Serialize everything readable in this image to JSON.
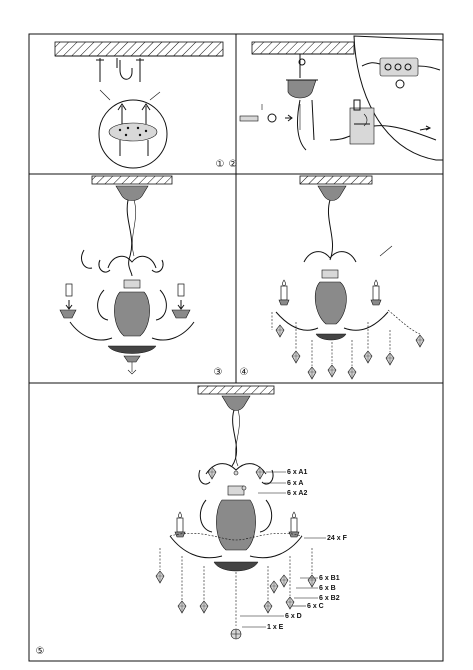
{
  "steps": [
    {
      "id": "step1",
      "number": "①"
    },
    {
      "id": "step2",
      "number": "②"
    },
    {
      "id": "step3",
      "number": "③"
    },
    {
      "id": "step4",
      "number": "④"
    },
    {
      "id": "step5",
      "number": "⑤"
    }
  ],
  "parts_labels": [
    "6 x A1",
    "6 x A",
    "6 x A2",
    "24 x F",
    "6 x B1",
    "6 x B",
    "6 x B2",
    "6 x C",
    "6 x D",
    "1 x E"
  ]
}
